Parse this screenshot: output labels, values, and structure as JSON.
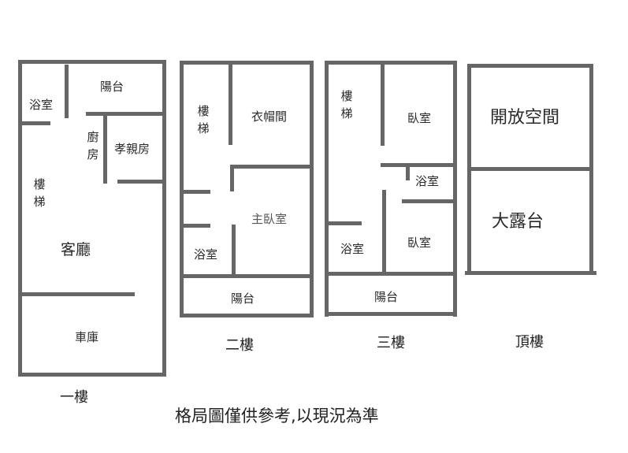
{
  "floors": {
    "f1": {
      "name": "一樓",
      "rooms": {
        "bathroom": "浴室",
        "balcony": "陽台",
        "kitchen": "廚房",
        "elder_room": "孝親房",
        "stairs": "樓梯",
        "living_room": "客廳",
        "garage": "車庫"
      }
    },
    "f2": {
      "name": "二樓",
      "rooms": {
        "stairs": "樓梯",
        "walk_in_closet": "衣帽間",
        "master_bedroom": "主臥室",
        "bathroom": "浴室",
        "balcony": "陽台"
      }
    },
    "f3": {
      "name": "三樓",
      "rooms": {
        "stairs": "樓梯",
        "bedroom_1": "臥室",
        "bathroom_1": "浴室",
        "bathroom_2": "浴室",
        "bedroom_2": "臥室",
        "balcony": "陽台"
      }
    },
    "roof": {
      "name": "頂樓",
      "rooms": {
        "open_space": "開放空間",
        "terrace": "大露台"
      }
    }
  },
  "disclaimer": "格局圖僅供參考,以現況為準",
  "colors": {
    "wall": "#666666",
    "text": "#222222",
    "background": "#ffffff"
  }
}
